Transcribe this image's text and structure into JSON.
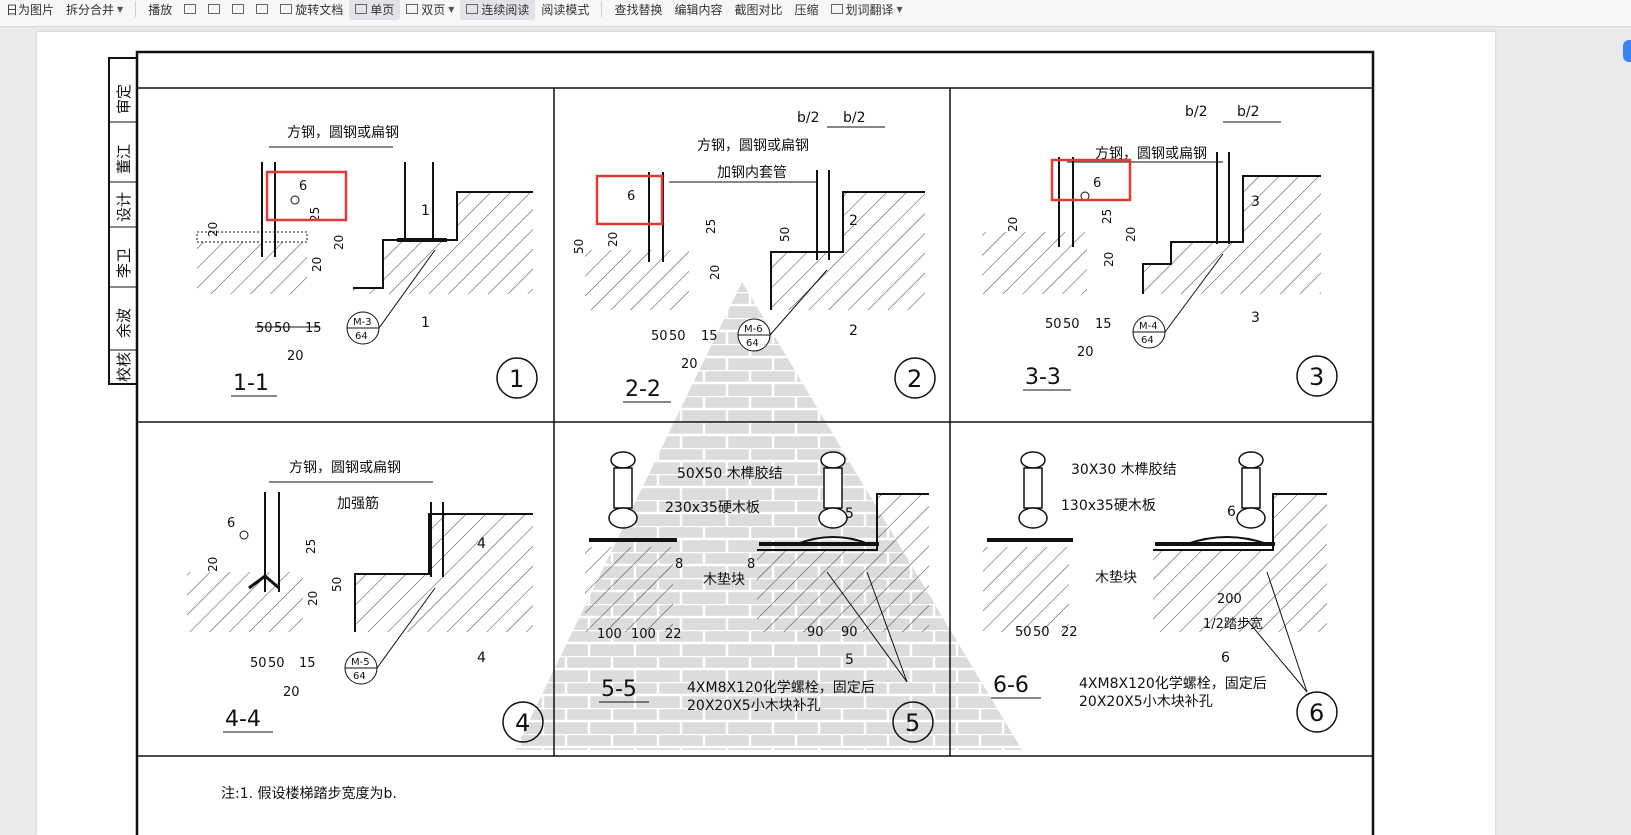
{
  "toolbar": {
    "items": [
      "日为图片",
      "拆分合并",
      "播放",
      "旋转文档",
      "单页",
      "双页",
      "连续阅读",
      "阅读模式",
      "查找替换",
      "编辑内容",
      "截图对比",
      "压缩",
      "划词翻译"
    ]
  },
  "drawing": {
    "title_block": [
      "校核",
      "余波",
      "李卫",
      "设计",
      "董江",
      "审定"
    ],
    "labels": {
      "steel_types": "方钢，圆钢或扁钢",
      "inner_sleeve": "加钢内套管",
      "stiffener": "加强筋",
      "m3": "M-3",
      "m4": "M-4",
      "m5": "M-5",
      "m6": "M-6",
      "ref64": "64",
      "b2": "b/2",
      "weld6": "6",
      "d50": "50",
      "d20": "20",
      "d25": "25",
      "d15": "15",
      "d100": "100",
      "d22": "22",
      "d90": "90",
      "d200": "200",
      "wood_50": "50X50 木榫胶结",
      "wood_30": "30X30 木榫胶结",
      "board_230": "230x35硬木板",
      "board_130": "130x35硬木板",
      "wood_pad": "木垫块",
      "bolt_line1": "4XM8X120化学螺栓，固定后",
      "bolt_line2": "20X20X5小木块补孔",
      "half_step": "1/2踏步宽"
    },
    "sections": [
      "1-1",
      "2-2",
      "3-3",
      "4-4",
      "5-5",
      "6-6"
    ],
    "circles": [
      "1",
      "2",
      "3",
      "4",
      "5",
      "6"
    ],
    "cut_marks": [
      "1",
      "2",
      "3",
      "4",
      "5",
      "6"
    ],
    "note": "注:1. 假设楼梯踏步宽度为b."
  }
}
